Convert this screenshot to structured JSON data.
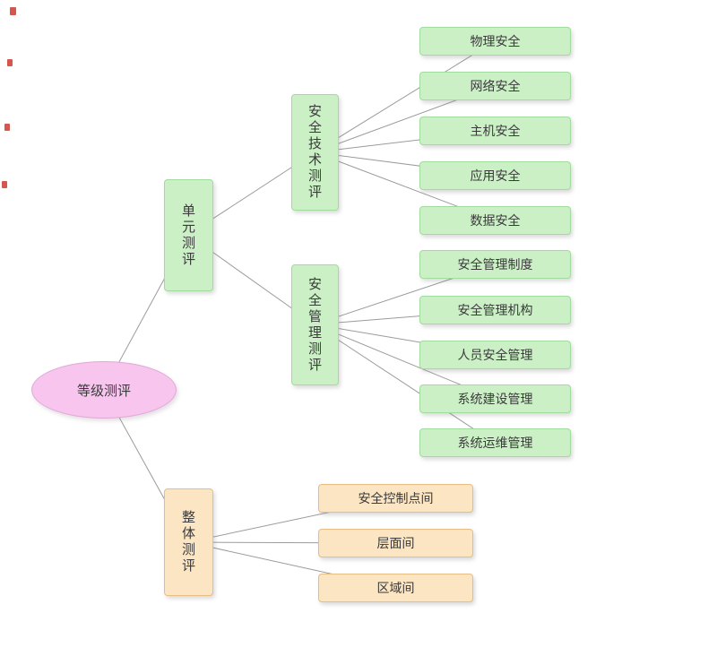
{
  "diagram": {
    "root": "等级测评",
    "unit_branch": {
      "label": "单元测评",
      "tech": {
        "label": "安全技术测评",
        "leaves": [
          "物理安全",
          "网络安全",
          "主机安全",
          "应用安全",
          "数据安全"
        ]
      },
      "mgmt": {
        "label": "安全管理测评",
        "leaves": [
          "安全管理制度",
          "安全管理机构",
          "人员安全管理",
          "系统建设管理",
          "系统运维管理"
        ]
      }
    },
    "overall_branch": {
      "label": "整体测评",
      "leaves": [
        "安全控制点间",
        "层面间",
        "区域间"
      ]
    }
  },
  "colors": {
    "green_fill": "#cbf0c6",
    "green_border": "#a2db9e",
    "orange_fill": "#fbe5c3",
    "orange_border": "#e9bc84",
    "pink_fill": "#f7c5ee",
    "pink_border": "#e0a9d6",
    "line": "#9b9b9b"
  }
}
